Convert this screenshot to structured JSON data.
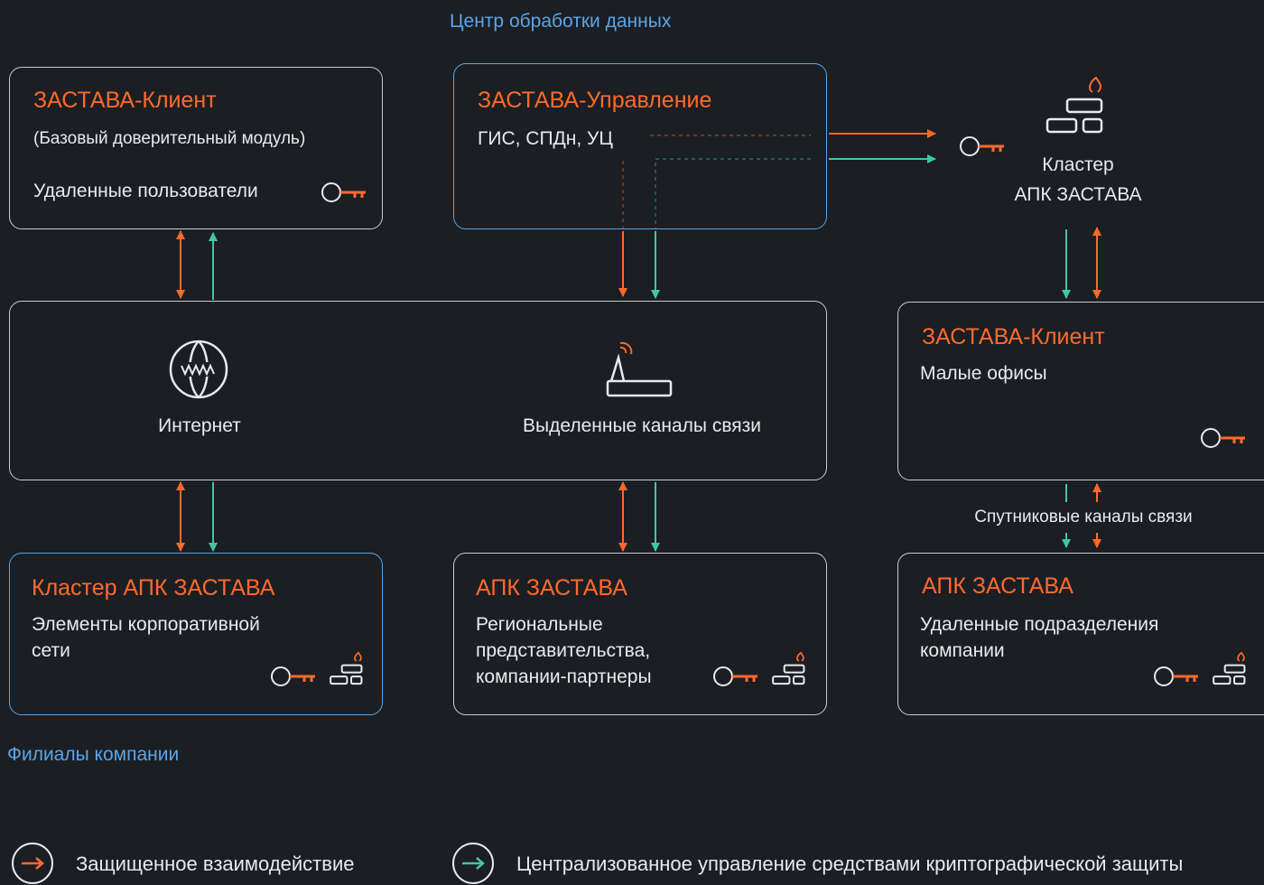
{
  "datacenter_label": "Центр обработки данных",
  "branches_label": "Филиалы компании",
  "client_remote": {
    "title": "ЗАСТАВА-Клиент",
    "subtitle": "(Базовый доверительный модуль)",
    "text": "Удаленные пользователи"
  },
  "management": {
    "title": "ЗАСТАВА-Управление",
    "text": "ГИС, СПДн, УЦ"
  },
  "cluster_top": {
    "line1": "Кластер",
    "line2": "АПК ЗАСТАВА"
  },
  "network": {
    "internet": "Интернет",
    "dedicated": "Выделенные каналы связи"
  },
  "client_small": {
    "title": "ЗАСТАВА-Клиент",
    "text": "Малые офисы"
  },
  "satellite_label": "Спутниковые каналы связи",
  "cluster_corp": {
    "title": "Кластер АПК ЗАСТАВА",
    "line1": "Элементы корпоративной",
    "line2": "сети"
  },
  "apk_regional": {
    "title": "АПК ЗАСТАВА",
    "line1": "Региональные",
    "line2": "представительства,",
    "line3": "компании-партнеры"
  },
  "apk_remote": {
    "title": "АПК ЗАСТАВА",
    "line1": "Удаленные подразделения",
    "line2": "компании"
  },
  "legend": {
    "secure": "Защищенное взаимодействие",
    "central": "Централизованное управление средствами криптографической защиты"
  },
  "colors": {
    "background": "#1b1e23",
    "accent_orange": "#ff6a2c",
    "accent_teal": "#3ec9a0",
    "accent_blue": "#5aa6e8",
    "border": "#c9ccd1"
  },
  "icons": [
    "key-icon",
    "firewall-icon",
    "globe-www-icon",
    "router-icon"
  ]
}
